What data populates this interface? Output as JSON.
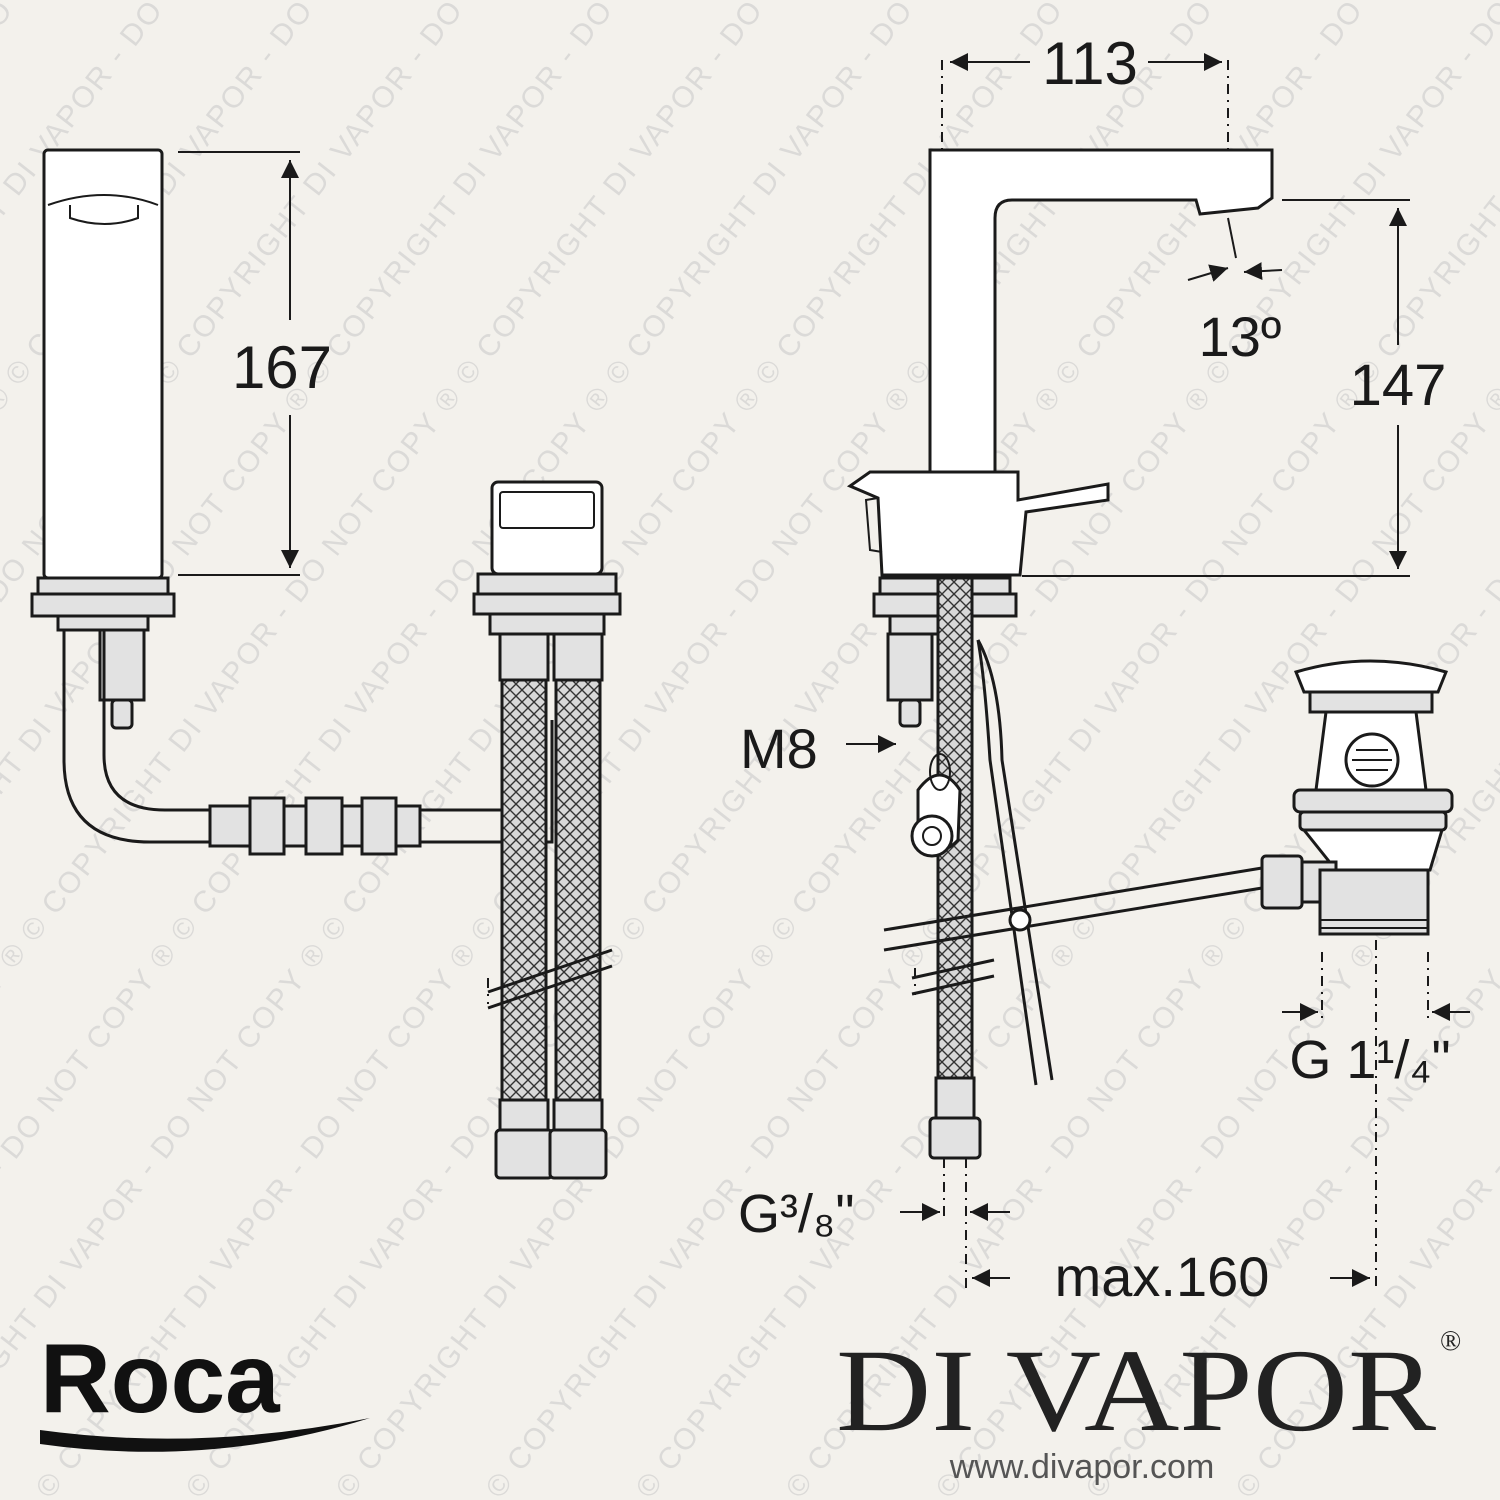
{
  "diagram": {
    "dimensions": {
      "height_left": "167",
      "spout_reach": "113",
      "spout_angle": "13º",
      "height_right": "147",
      "rod_thread": "M8",
      "inlet_thread": "G³/₈\"",
      "waste_thread": "G 1¹/₄\"",
      "max_rod_length": "max.160"
    }
  },
  "watermark": {
    "text": "© COPYRIGHT DI VAPOR - DO NOT COPY ®"
  },
  "branding": {
    "manufacturer_logo": "Roca",
    "retailer_logo": "DI VAPOR",
    "retailer_mark": "®",
    "retailer_url": "www.divapor.com"
  },
  "colors": {
    "background": "#f3f1ec",
    "line": "#1a1a1a",
    "watermark": "#c9c9c9"
  }
}
